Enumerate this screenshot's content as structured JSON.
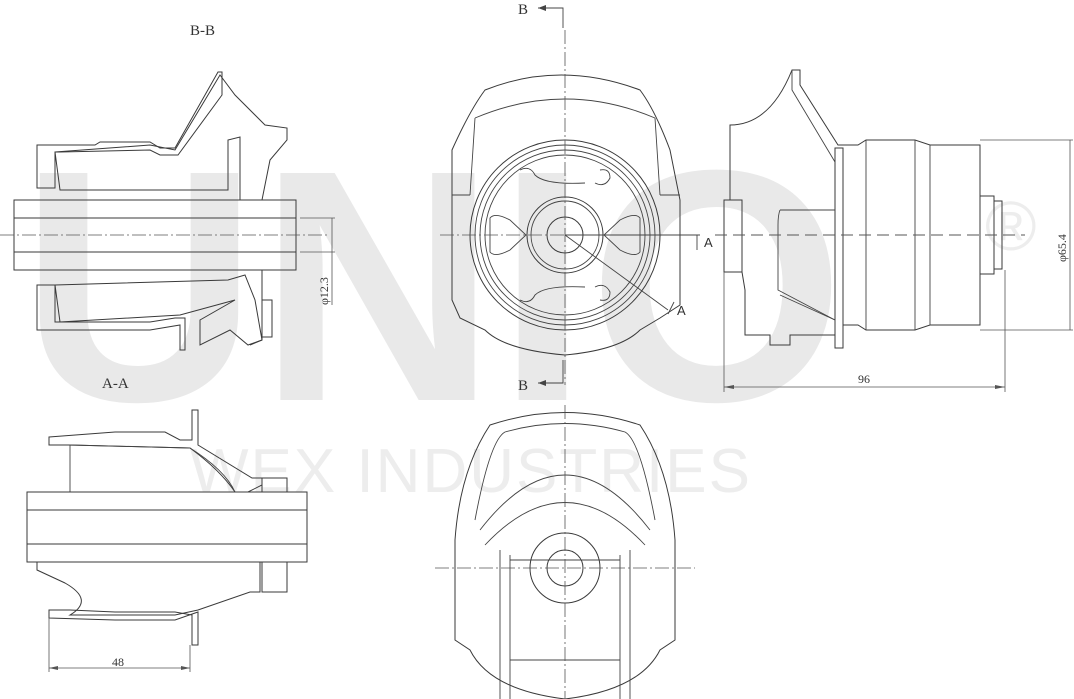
{
  "watermark": {
    "brand": "UNIO",
    "registered": "®",
    "company": "WEX INDUSTRIES"
  },
  "views": {
    "section_bb": {
      "label": "B-B"
    },
    "section_aa": {
      "label": "A-A"
    },
    "front_view": {
      "cut_top_label": "B",
      "cut_bottom_label": "B",
      "cut_a_label_1": "A",
      "cut_a_label_2": "A"
    },
    "side_view": {},
    "bottom_view": {}
  },
  "dimensions": {
    "inner_diameter": "φ12.3",
    "outer_diameter": "φ65.4",
    "overall_length": "96",
    "section_length": "48"
  },
  "colors": {
    "line": "#3a3a3a",
    "watermark": "#e9e9e9",
    "background": "#ffffff"
  }
}
